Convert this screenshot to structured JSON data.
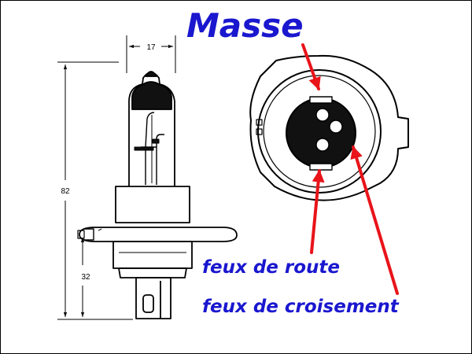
{
  "labels": {
    "ground": "Masse",
    "high_beam": "feux de route",
    "low_beam": "feux de croisement"
  },
  "dimensions": {
    "width": "17",
    "height": "82",
    "base_height": "32"
  },
  "colors": {
    "label_text": "#1a17cf",
    "arrow": "#e8141a",
    "line": "#000000"
  }
}
